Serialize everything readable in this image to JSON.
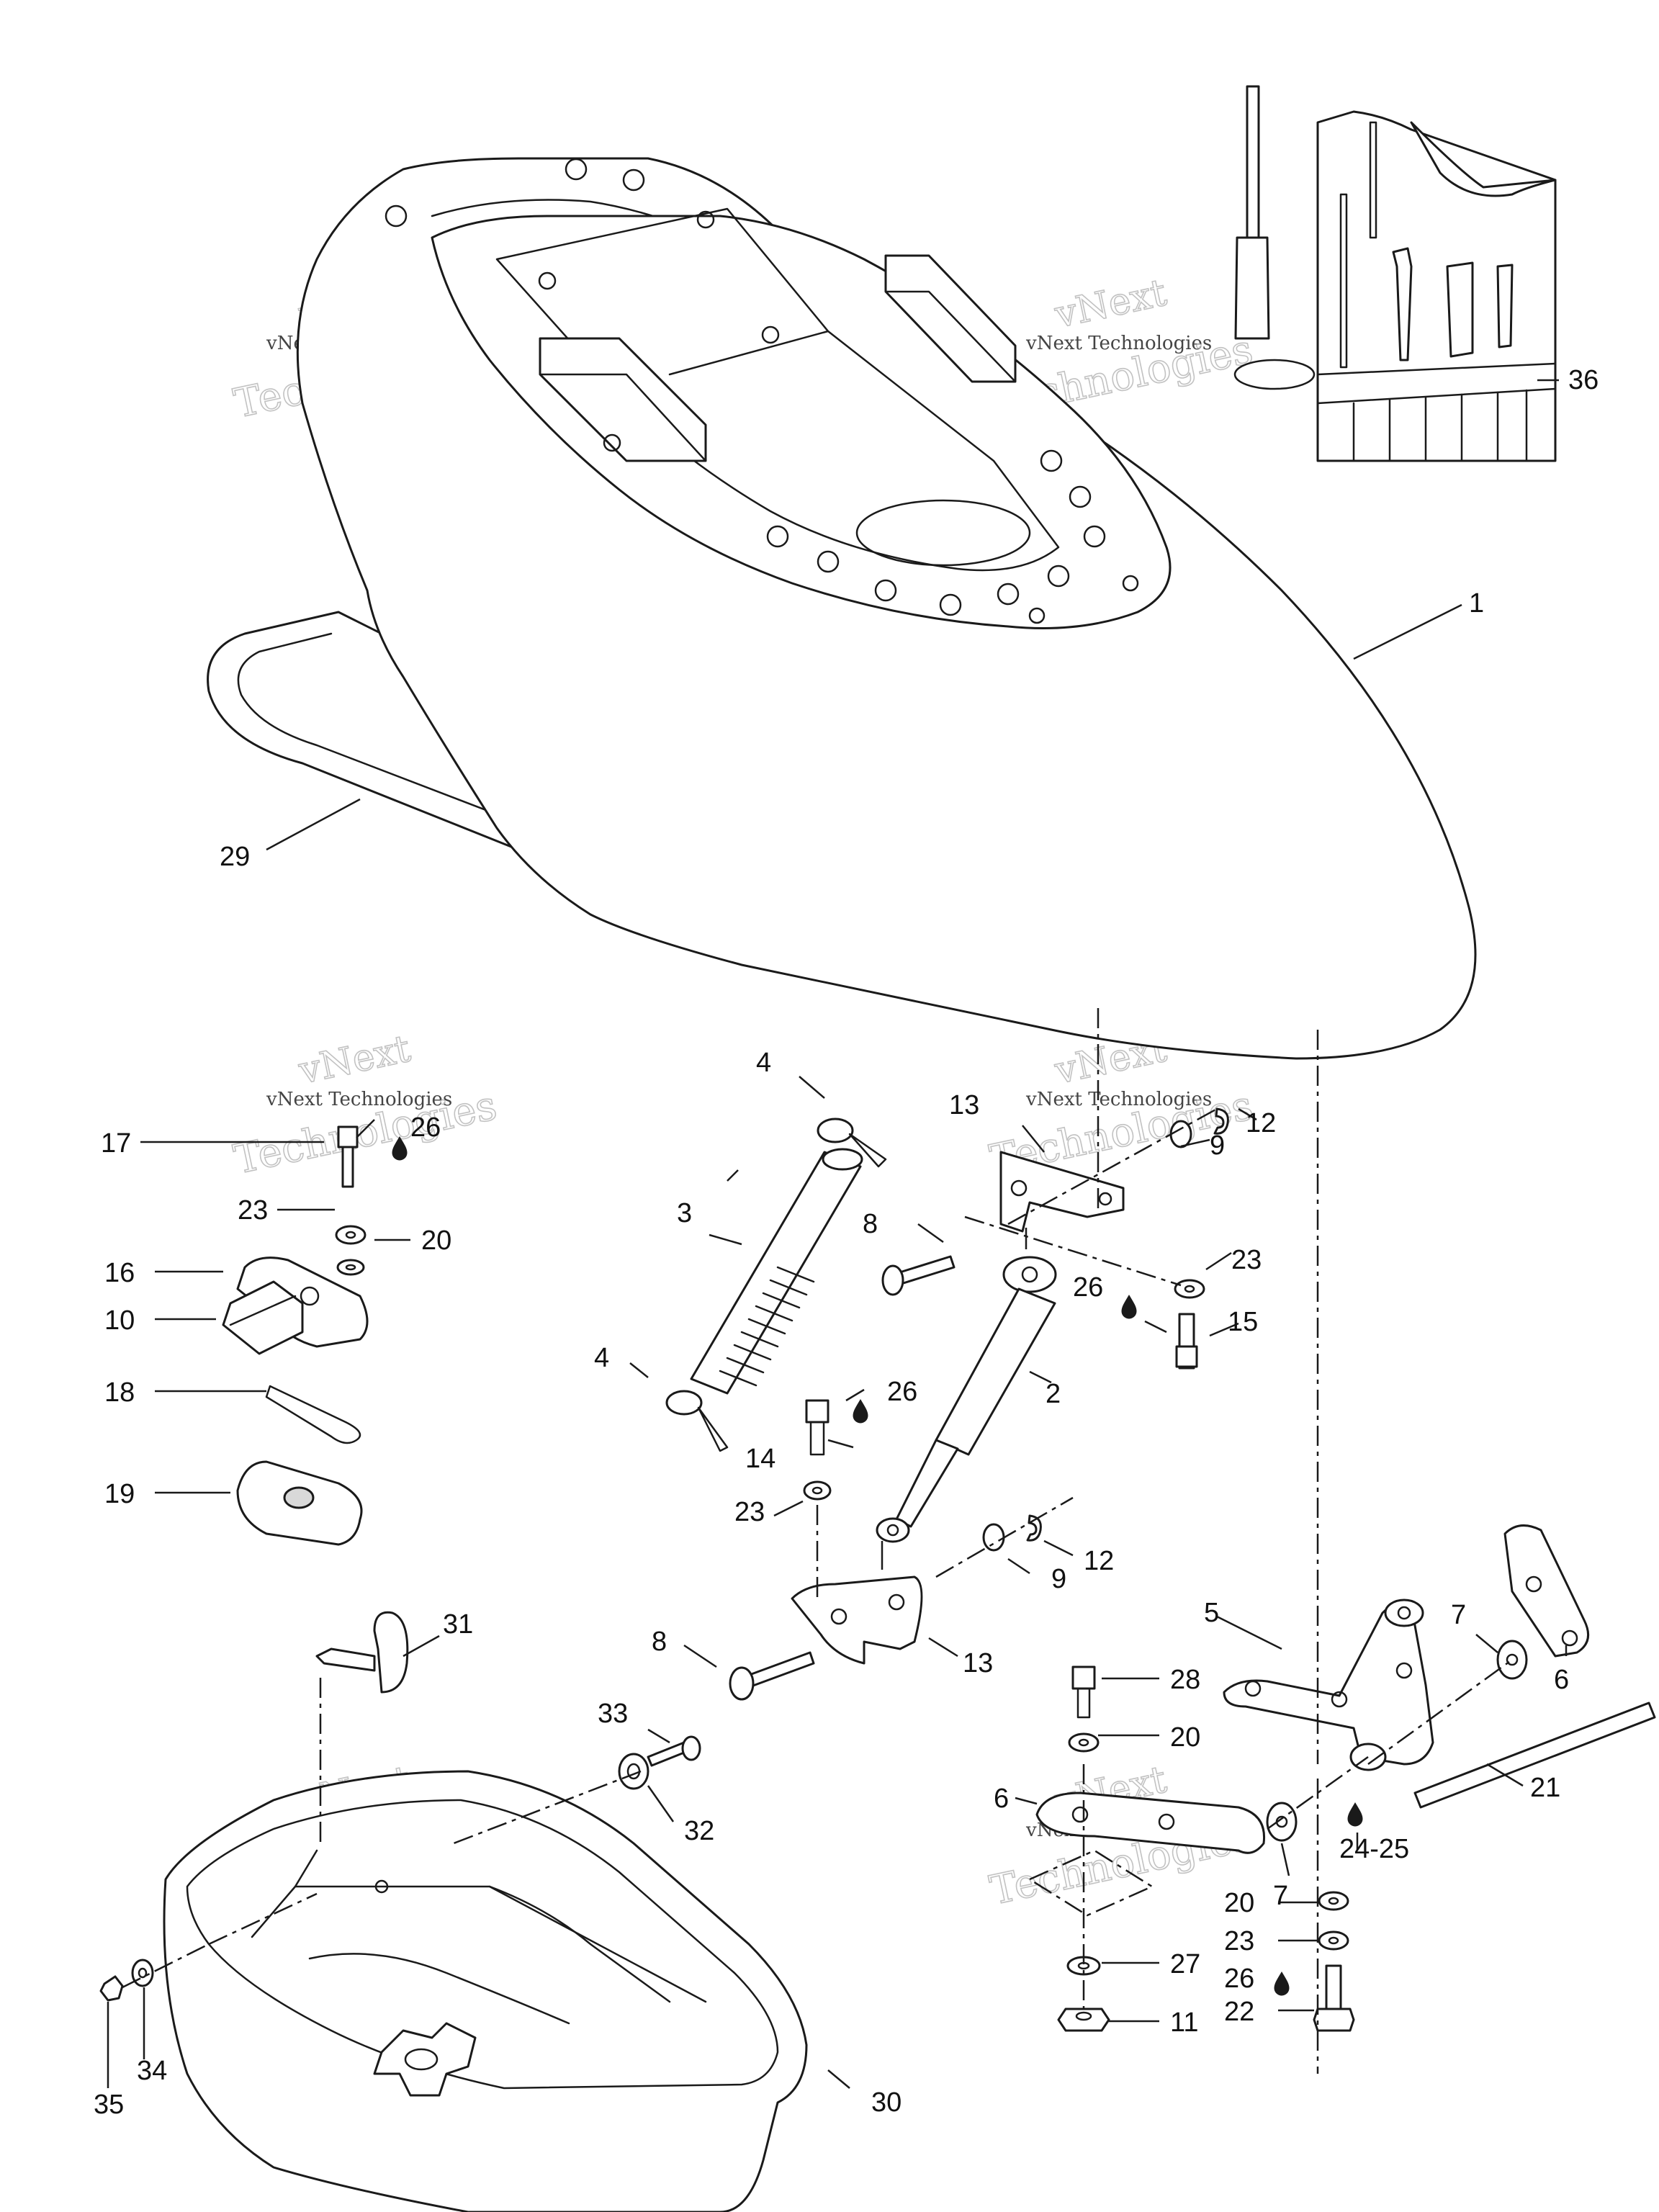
{
  "watermark": {
    "brand": "vNext",
    "line": "vNext Technologies",
    "word": "Technologies"
  },
  "callouts": {
    "c1": "1",
    "c2": "2",
    "c3": "3",
    "c4a": "4",
    "c4b": "4",
    "c5": "5",
    "c6a": "6",
    "c6b": "6",
    "c7a": "7",
    "c7b": "7",
    "c8a": "8",
    "c8b": "8",
    "c9a": "9",
    "c9b": "9",
    "c10": "10",
    "c11": "11",
    "c12a": "12",
    "c12b": "12",
    "c13a": "13",
    "c13b": "13",
    "c14": "14",
    "c15": "15",
    "c16": "16",
    "c17": "17",
    "c18": "18",
    "c19": "19",
    "c20a": "20",
    "c20b": "20",
    "c20c": "20",
    "c21": "21",
    "c22": "22",
    "c23a": "23",
    "c23b": "23",
    "c23c": "23",
    "c23d": "23",
    "c24_25": "24-25",
    "c26a": "26",
    "c26b": "26",
    "c26c": "26",
    "c26d": "26",
    "c27": "27",
    "c28": "28",
    "c29": "29",
    "c30": "30",
    "c31": "31",
    "c32": "32",
    "c33": "33",
    "c34": "34",
    "c35": "35",
    "c36": "36"
  },
  "colors": {
    "line": "#1a1a1a",
    "background": "#ffffff",
    "watermark": "#b8b8b8"
  },
  "icons": [
    "adhesive-drop-icon"
  ]
}
